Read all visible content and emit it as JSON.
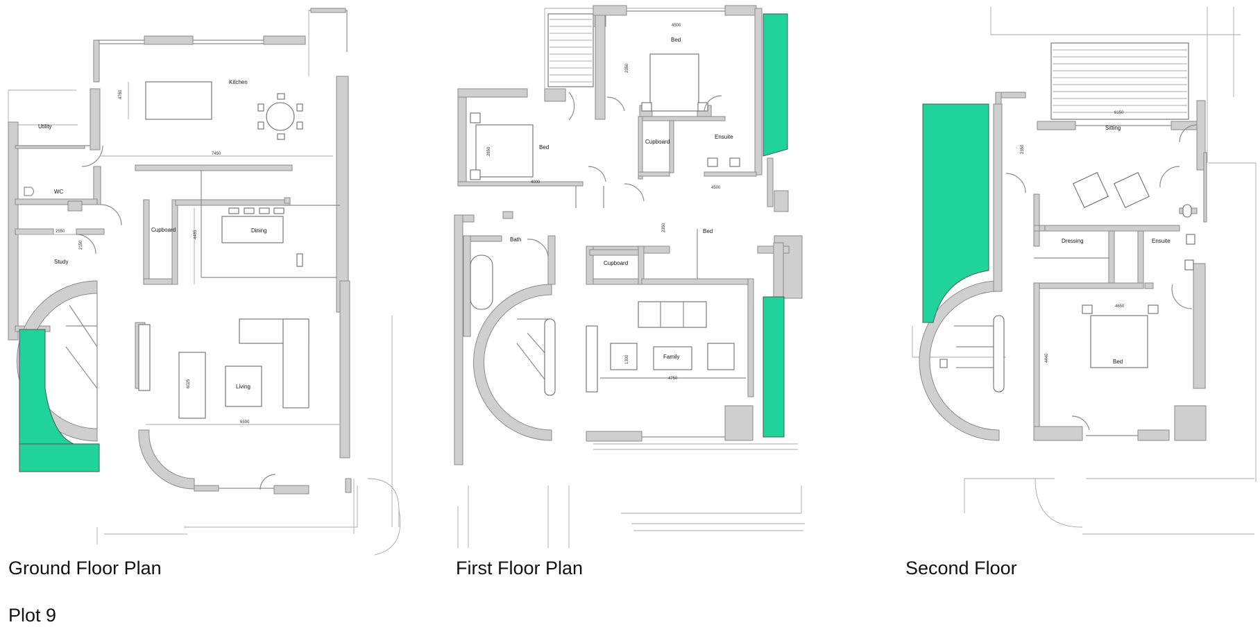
{
  "plans": [
    {
      "title": "Ground Floor Plan",
      "rooms": [
        "Kitchen",
        "Utility",
        "WC",
        "Study",
        "Cupboard",
        "Dining",
        "Living"
      ],
      "dimensions": [
        "4760",
        "7450",
        "2550",
        "2150",
        "4485",
        "6590",
        "6025"
      ]
    },
    {
      "title": "First Floor Plan",
      "rooms": [
        "Bed",
        "Bed",
        "Cupboard",
        "Ensuite",
        "Bath",
        "Cupboard",
        "Bed",
        "Family"
      ],
      "dimensions": [
        "4500",
        "2350",
        "2850",
        "4000",
        "4500",
        "2350",
        "1300",
        "4750"
      ]
    },
    {
      "title": "Second Floor",
      "rooms": [
        "Sitting",
        "Dressing",
        "Ensuite",
        "Bed"
      ],
      "dimensions": [
        "6150",
        "2350",
        "4650",
        "4440"
      ]
    }
  ],
  "caption": "Plot 9",
  "colors": {
    "planting": "#1fd39a",
    "wall": "#cfcfcf",
    "line": "#8c8c8c"
  }
}
